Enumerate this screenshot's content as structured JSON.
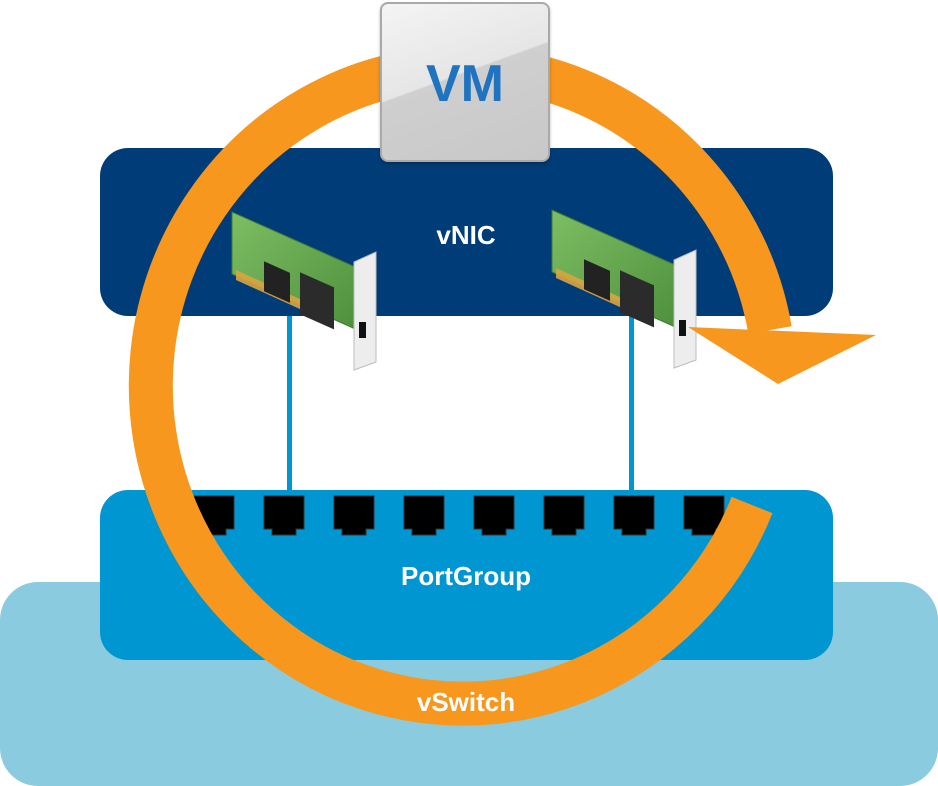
{
  "diagram": {
    "title": "VM vNIC PortGroup vSwitch relationship",
    "vm": {
      "label": "VM"
    },
    "vnic": {
      "label": "vNIC",
      "card_count": 2
    },
    "portgroup": {
      "label": "PortGroup",
      "port_count": 8
    },
    "vswitch": {
      "label": "vSwitch"
    },
    "flow_arrow": {
      "direction": "clockwise"
    },
    "colors": {
      "vnic_layer": "#003C78",
      "portgroup_layer": "#0096D2",
      "vswitch_layer": "#8ACBDF",
      "arrow": "#F7971E",
      "vm_text": "#1F73BF",
      "nic_board": "#5DA04A",
      "port": "#000000"
    }
  }
}
